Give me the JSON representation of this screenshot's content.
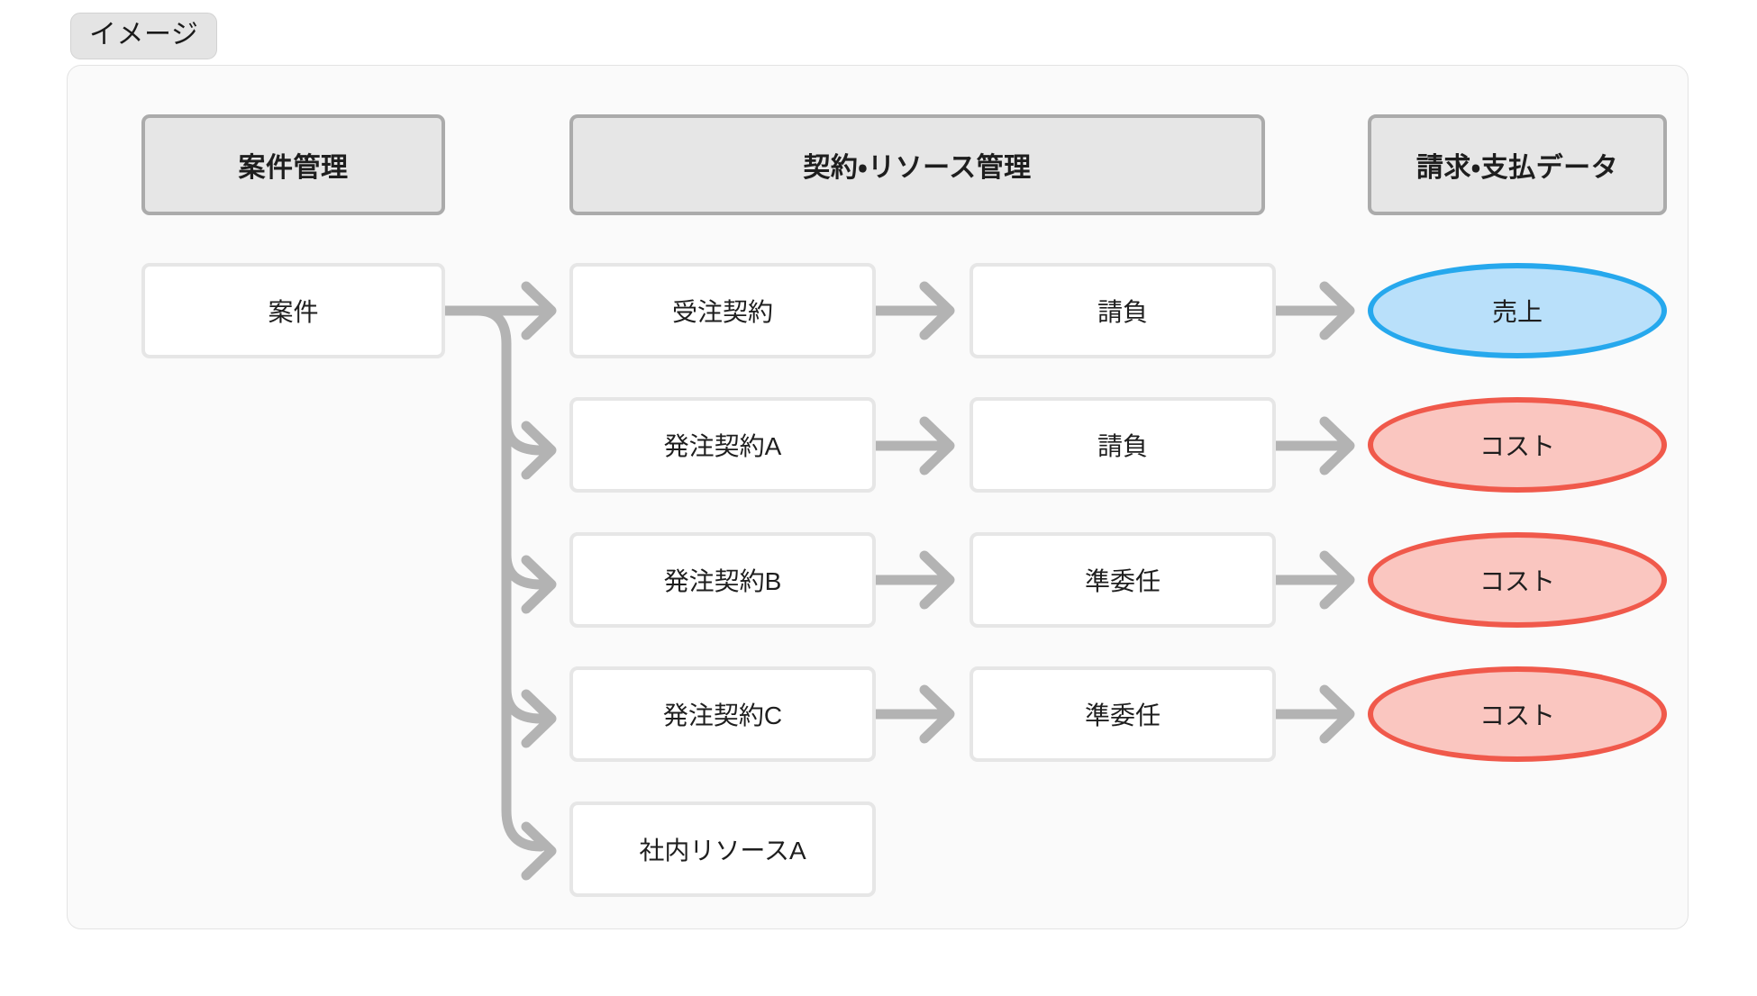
{
  "badge": {
    "label": "イメージ"
  },
  "colors": {
    "canvas_bg": "#fafafa",
    "canvas_border": "#e3e3e3",
    "header_fill": "#e6e6e6",
    "header_border": "#ababab",
    "box_fill": "#ffffff",
    "box_border": "#e6e6e6",
    "arrow": "#b3b3b3",
    "revenue_fill": "#b9e0fa",
    "revenue_border": "#26a8ed",
    "cost_fill": "#fac6c0",
    "cost_border": "#f0594b",
    "text": "#1e1e1e"
  },
  "columns": [
    {
      "id": "col-case",
      "header": "案件管理"
    },
    {
      "id": "col-contract",
      "header": "契約・リソース管理"
    },
    {
      "id": "col-billing",
      "header": "請求・支払データ"
    }
  ],
  "nodes": {
    "source": {
      "label": "案件"
    },
    "contracts": [
      {
        "label": "受注契約"
      },
      {
        "label": "発注契約A"
      },
      {
        "label": "発注契約B"
      },
      {
        "label": "発注契約C"
      },
      {
        "label": "社内リソースA"
      }
    ],
    "types": [
      {
        "label": "請負"
      },
      {
        "label": "請負"
      },
      {
        "label": "準委任"
      },
      {
        "label": "準委任"
      }
    ],
    "outcomes": [
      {
        "label": "売上",
        "kind": "revenue"
      },
      {
        "label": "コスト",
        "kind": "cost"
      },
      {
        "label": "コスト",
        "kind": "cost"
      },
      {
        "label": "コスト",
        "kind": "cost"
      }
    ]
  },
  "flows": [
    {
      "from": "案件",
      "to": "受注契約",
      "then": "請負",
      "result": "売上"
    },
    {
      "from": "案件",
      "to": "発注契約A",
      "then": "請負",
      "result": "コスト"
    },
    {
      "from": "案件",
      "to": "発注契約B",
      "then": "準委任",
      "result": "コスト"
    },
    {
      "from": "案件",
      "to": "発注契約C",
      "then": "準委任",
      "result": "コスト"
    },
    {
      "from": "案件",
      "to": "社内リソースA",
      "then": "",
      "result": ""
    }
  ]
}
